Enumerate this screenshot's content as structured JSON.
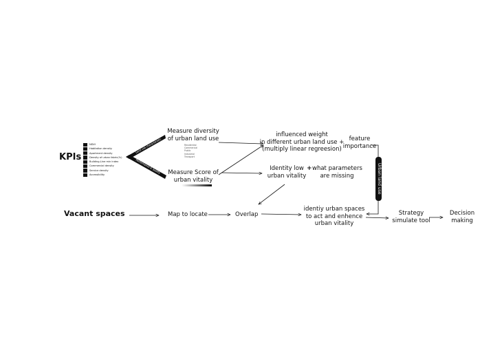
{
  "diagram": {
    "kpis": {
      "title": "KPIs",
      "items": [
        "NDVI",
        "Habitation density",
        "Apartment density",
        "Density of urban fabric(%)",
        "Building-Line min index",
        "Commercial density",
        "Service density",
        "Accessibility"
      ],
      "branch_upper_label": "Land use characteristic",
      "branch_lower_label": "Performance & quality"
    },
    "measure_diversity": {
      "line1": "Measure diversity",
      "line2": "of urban land use",
      "legend": [
        "Residential",
        "Commercial",
        "Public",
        "Industrial",
        "Transport"
      ]
    },
    "measure_score": {
      "line1": "Measure Score of",
      "line2": "urban vitality"
    },
    "influenced_weight": {
      "line1": "influenced weight",
      "line2": "in different urban land use +",
      "line3": "(multiply linear regreesion)"
    },
    "feature_importance": {
      "line1": "feature",
      "line2": "importance"
    },
    "urban_land_use": "Urban land use",
    "identity_low": {
      "line1": "Identity low",
      "line2": "urban vitality"
    },
    "plus": "+",
    "what_parameters": {
      "line1": "what parameters",
      "line2": "are missing"
    },
    "vacant_spaces": "Vacant spaces",
    "map_to_locate": "Map to locate",
    "overlap": "Overlap",
    "identify_spaces": {
      "line1": "identiy urban spaces",
      "line2": "to act and enhence",
      "line3": "urban vitality"
    },
    "strategy": {
      "line1": "Strategy",
      "line2": "simulate tool"
    },
    "decision": {
      "line1": "Decision",
      "line2": "making"
    }
  }
}
